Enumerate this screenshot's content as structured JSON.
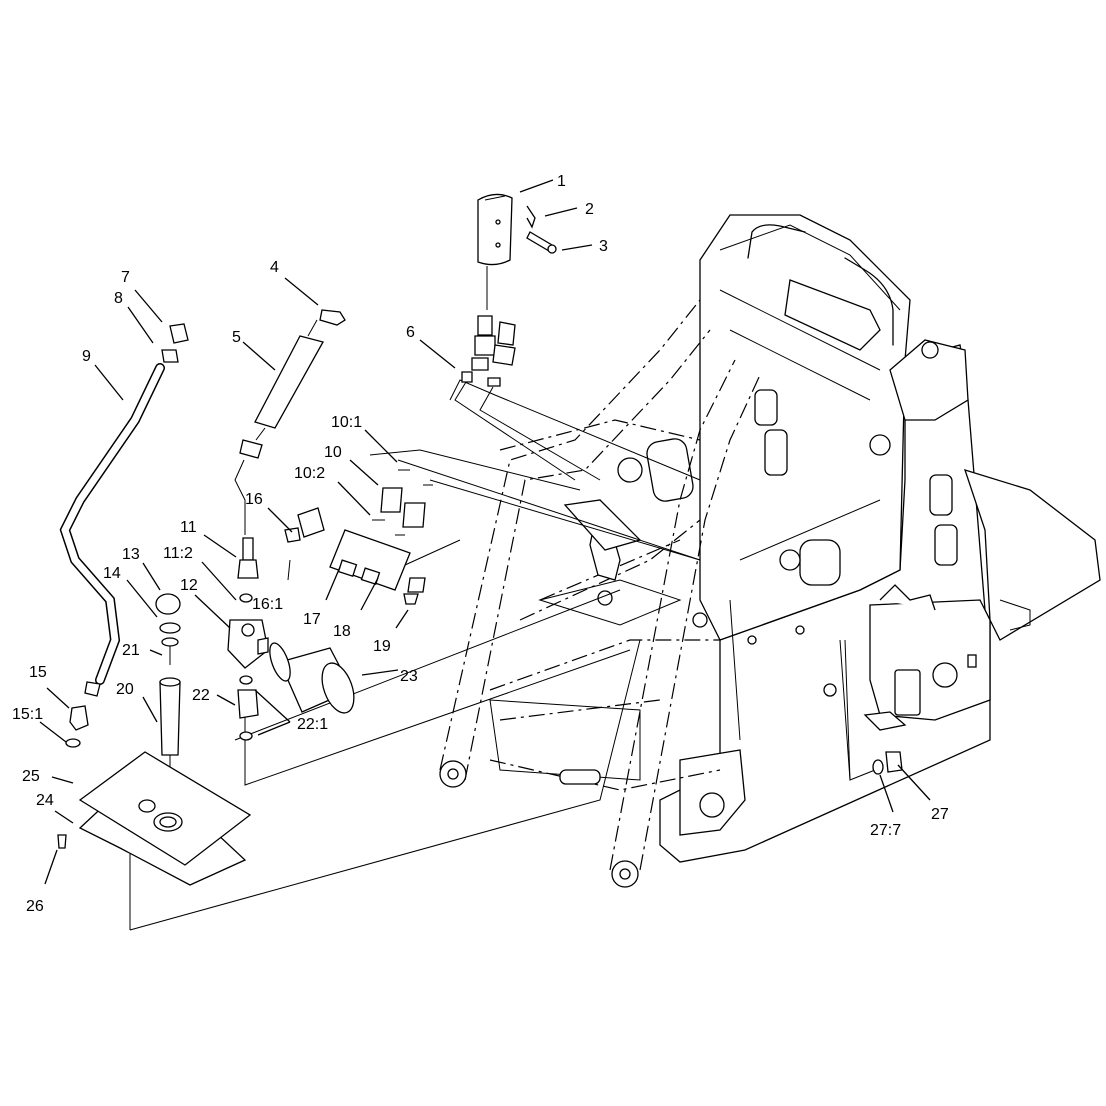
{
  "callouts": {
    "c1": "1",
    "c2": "2",
    "c3": "3",
    "c4": "4",
    "c5": "5",
    "c6": "6",
    "c7": "7",
    "c8": "8",
    "c9": "9",
    "c10_1": "10:1",
    "c10": "10",
    "c10_2": "10:2",
    "c11": "11",
    "c11_2": "11:2",
    "c12": "12",
    "c13": "13",
    "c14": "14",
    "c15": "15",
    "c15_1": "15:1",
    "c16": "16",
    "c16_1": "16:1",
    "c17": "17",
    "c18": "18",
    "c19": "19",
    "c20": "20",
    "c21": "21",
    "c22": "22",
    "c22_1": "22:1",
    "c23": "23",
    "c24": "24",
    "c25": "25",
    "c26": "26",
    "c27": "27",
    "c27_7": "27:7"
  }
}
